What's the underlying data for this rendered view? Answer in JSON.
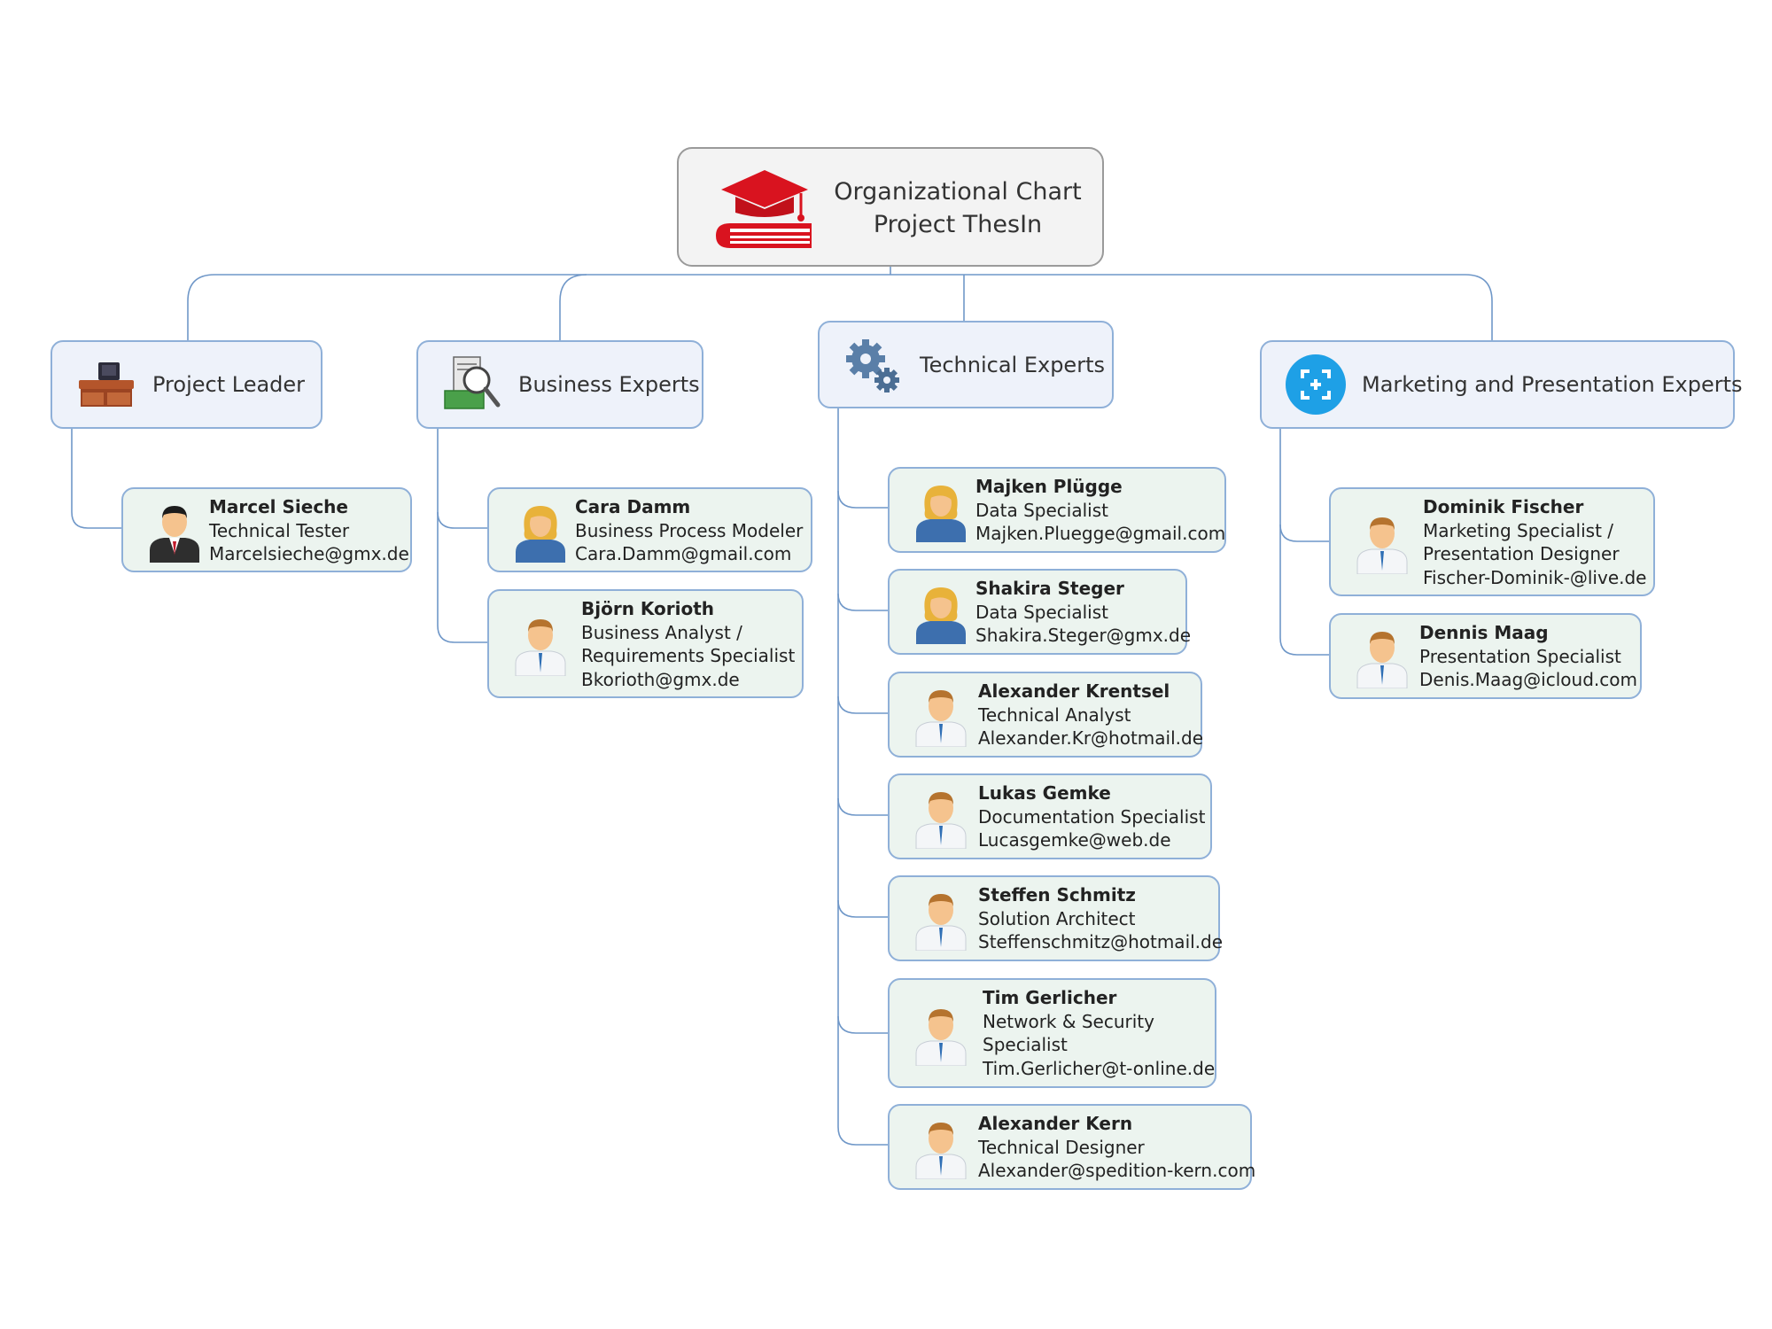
{
  "root": {
    "title_line1": "Organizational Chart",
    "title_line2": "Project ThesIn",
    "icon": "graduation-cap-books-icon"
  },
  "categories": {
    "project_leader": {
      "label": "Project Leader",
      "icon": "desk-icon"
    },
    "business_experts": {
      "label": "Business Experts",
      "icon": "money-magnifier-icon"
    },
    "technical_experts": {
      "label": "Technical Experts",
      "icon": "gears-icon"
    },
    "marketing_experts": {
      "label": "Marketing and Presentation Experts",
      "icon": "target-plus-icon"
    }
  },
  "people": {
    "marcel": {
      "name": "Marcel Sieche",
      "lines": [
        "Technical Tester",
        "Marcelsieche@gmx.de"
      ],
      "icon": "businessman-icon"
    },
    "cara": {
      "name": "Cara Damm",
      "lines": [
        "Business Process Modeler",
        "Cara.Damm@gmail.com"
      ],
      "icon": "woman-avatar-icon"
    },
    "bjorn": {
      "name": "Björn Korioth",
      "lines": [
        "Business Analyst /",
        "Requirements Specialist",
        "Bkorioth@gmx.de"
      ],
      "icon": "man-avatar-icon"
    },
    "majken": {
      "name": "Majken Plügge",
      "lines": [
        "Data Specialist",
        "Majken.Pluegge@gmail.com"
      ],
      "icon": "woman-avatar-icon"
    },
    "shakira": {
      "name": "Shakira Steger",
      "lines": [
        "Data Specialist",
        "Shakira.Steger@gmx.de"
      ],
      "icon": "woman-avatar-icon"
    },
    "krentsel": {
      "name": "Alexander Krentsel",
      "lines": [
        "Technical Analyst",
        "Alexander.Kr@hotmail.de"
      ],
      "icon": "man-avatar-icon"
    },
    "lukas": {
      "name": "Lukas Gemke",
      "lines": [
        "Documentation Specialist",
        "Lucasgemke@web.de"
      ],
      "icon": "man-avatar-icon"
    },
    "steffen": {
      "name": "Steffen Schmitz",
      "lines": [
        "Solution Architect",
        "Steffenschmitz@hotmail.de"
      ],
      "icon": "man-avatar-icon"
    },
    "tim": {
      "name": "Tim Gerlicher",
      "lines": [
        "Network & Security",
        "Specialist",
        "Tim.Gerlicher@t-online.de"
      ],
      "icon": "man-avatar-icon"
    },
    "kern": {
      "name": "Alexander Kern",
      "lines": [
        "Technical Designer",
        "Alexander@spedition-kern.com"
      ],
      "icon": "man-avatar-icon"
    },
    "dominik": {
      "name": "Dominik Fischer",
      "lines": [
        "Marketing Specialist /",
        "Presentation Designer",
        "Fischer-Dominik-@live.de"
      ],
      "icon": "man-avatar-icon"
    },
    "dennis": {
      "name": "Dennis Maag",
      "lines": [
        "Presentation Specialist",
        "Denis.Maag@icloud.com"
      ],
      "icon": "man-avatar-icon"
    }
  },
  "colors": {
    "connector": "#6f97c8",
    "category_border": "#8fb0d8",
    "category_fill": "#eef2fa",
    "person_fill": "#ecf4ef",
    "root_fill": "#f3f3f3",
    "root_border": "#9a9a9a",
    "logo_red": "#d9131f"
  }
}
